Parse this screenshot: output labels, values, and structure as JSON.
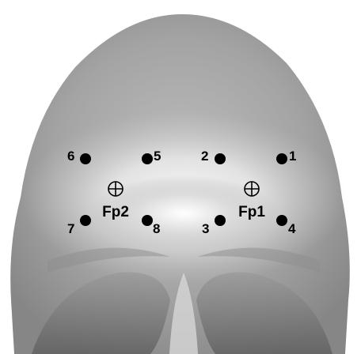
{
  "electrodes": [
    {
      "label": "1",
      "color": "#000000"
    },
    {
      "label": "2",
      "color": "#000000"
    },
    {
      "label": "3",
      "color": "#000000"
    },
    {
      "label": "4",
      "color": "#000000"
    },
    {
      "label": "5",
      "color": "#000000"
    },
    {
      "label": "6",
      "color": "#000000"
    },
    {
      "label": "7",
      "color": "#000000"
    },
    {
      "label": "8",
      "color": "#000000"
    }
  ],
  "reference_sites": [
    {
      "label": "Fp1",
      "symbol": "circled-plus-icon"
    },
    {
      "label": "Fp2",
      "symbol": "circled-plus-icon"
    }
  ],
  "background": {
    "depicts": "head-front-view-image",
    "colors": {
      "skin_light": "#f2f2f2",
      "skin_mid": "#a8a8a8",
      "skin_dark": "#6e6e6e",
      "page": "#ffffff"
    }
  }
}
